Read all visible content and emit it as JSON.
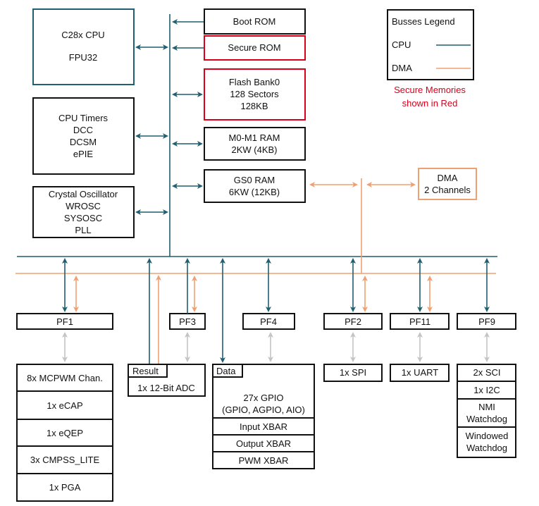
{
  "colors": {
    "cpu_bus": "#1f5f6e",
    "dma_bus": "#f0a070",
    "secure": "#d9001b",
    "peripheral_link": "#c4c4c4"
  },
  "cpu": {
    "line1": "C28x CPU",
    "line2": "FPU32"
  },
  "timers": {
    "lines": [
      "CPU Timers",
      "DCC",
      "DCSM",
      "ePIE"
    ]
  },
  "clocks": {
    "lines": [
      "Crystal Oscillator",
      "WROSC",
      "SYSOSC",
      "PLL"
    ]
  },
  "memories": {
    "boot_rom": "Boot ROM",
    "secure_rom": "Secure ROM",
    "flash": [
      "Flash Bank0",
      "128 Sectors",
      "128KB"
    ],
    "m0m1": [
      "M0-M1 RAM",
      "2KW (4KB)"
    ],
    "gs0": [
      "GS0 RAM",
      "6KW (12KB)"
    ]
  },
  "dma": [
    "DMA",
    "2 Channels"
  ],
  "legend": {
    "title": "Busses Legend",
    "cpu": "CPU",
    "dma": "DMA",
    "note": [
      "Secure Memories",
      "shown in Red"
    ]
  },
  "frames": [
    "PF1",
    "PF3",
    "PF4",
    "PF2",
    "PF11",
    "PF9"
  ],
  "pf1_modules": [
    "8x MCPWM Chan.",
    "1x eCAP",
    "1x eQEP",
    "3x CMPSS_LITE",
    "1x PGA"
  ],
  "adc": {
    "tab": "Result",
    "label": "1x 12-Bit ADC"
  },
  "gpio": {
    "tab": "Data",
    "line1": "27x GPIO",
    "line2": "(GPIO, AGPIO, AIO)",
    "rows": [
      "Input XBAR",
      "Output XBAR",
      "PWM XBAR"
    ]
  },
  "spi": "1x SPI",
  "uart": "1x UART",
  "pf9_modules": [
    "2x SCI",
    "1x I2C",
    [
      "NMI",
      "Watchdog"
    ],
    [
      "Windowed",
      "Watchdog"
    ]
  ]
}
